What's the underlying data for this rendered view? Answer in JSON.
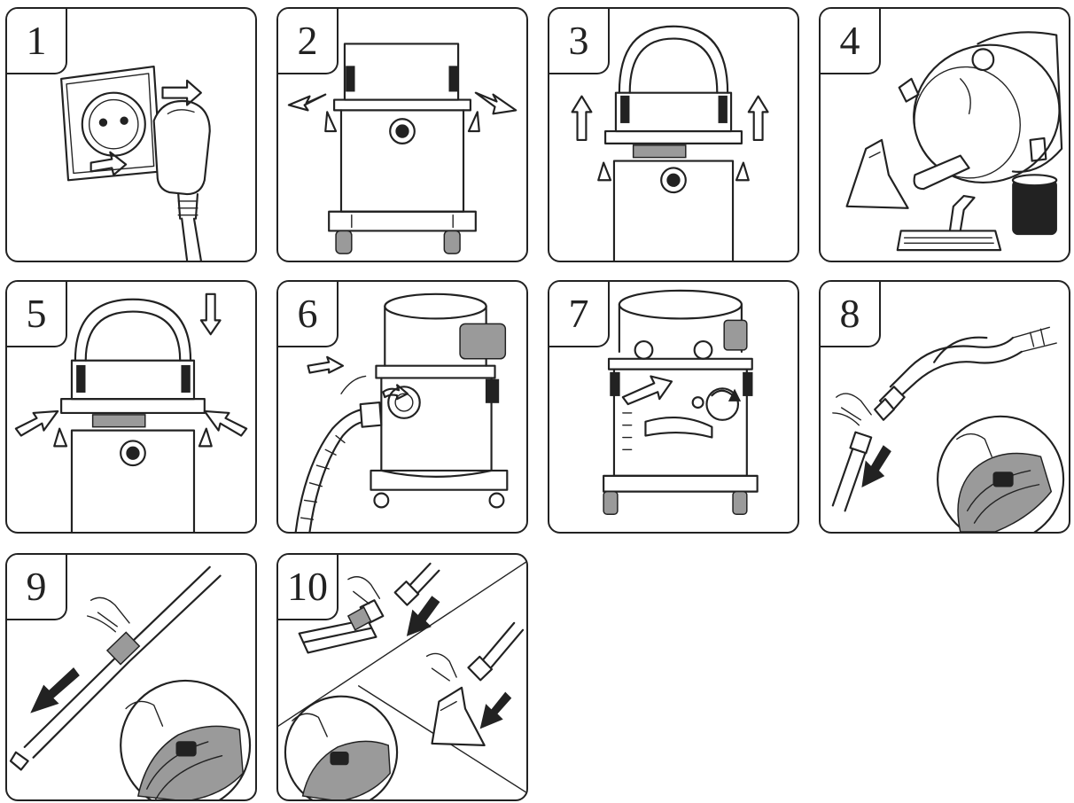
{
  "steps": [
    {
      "number": "1",
      "icons": [
        "socket-icon",
        "plug-icon",
        "arrow-icon"
      ]
    },
    {
      "number": "2",
      "icons": [
        "vacuum-body-icon",
        "latch-icon",
        "arrow-icon"
      ]
    },
    {
      "number": "3",
      "icons": [
        "vacuum-head-icon",
        "arrow-up-icon"
      ]
    },
    {
      "number": "4",
      "icons": [
        "vacuum-tank-icon",
        "nozzle-icon",
        "filter-icon",
        "floor-brush-icon"
      ]
    },
    {
      "number": "5",
      "icons": [
        "vacuum-head-icon",
        "arrow-down-icon",
        "latch-icon"
      ]
    },
    {
      "number": "6",
      "icons": [
        "vacuum-icon",
        "hose-icon",
        "arrow-icon"
      ]
    },
    {
      "number": "7",
      "icons": [
        "vacuum-icon",
        "rotate-arrow-icon"
      ]
    },
    {
      "number": "8",
      "icons": [
        "hose-handle-icon",
        "tube-icon",
        "hand-icon",
        "detail-circle-icon"
      ]
    },
    {
      "number": "9",
      "icons": [
        "tube-icon",
        "hand-icon",
        "detail-circle-icon"
      ]
    },
    {
      "number": "10",
      "icons": [
        "floor-brush-icon",
        "upholstery-nozzle-icon",
        "tube-icon",
        "detail-circle-icon"
      ]
    }
  ]
}
